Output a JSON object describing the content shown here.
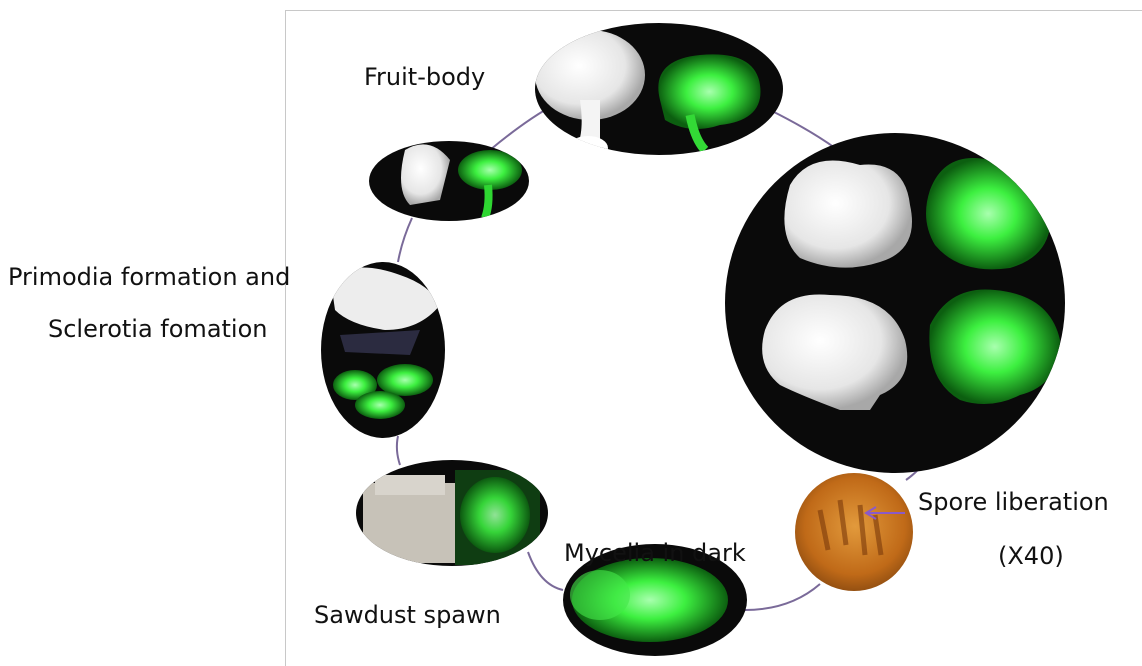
{
  "figure": {
    "labels": {
      "fruit_body": "Fruit-body",
      "primordia_line1": "Primodia formation and",
      "primordia_line2": "Sclerotia fomation",
      "spore_line1": "Spore liberation",
      "spore_line2": "(X40)",
      "mycelia": "Mycelia in dark",
      "sawdust": "Sawdust spawn"
    },
    "colors": {
      "cycle_line": "#7a6a99",
      "photo_bg": "#0a0a0a",
      "glow_green": "#35e83a",
      "mushroom_white": "#f2f2f2",
      "spore_orange": "#c8761e",
      "arrow": "#8a5ac8"
    }
  }
}
